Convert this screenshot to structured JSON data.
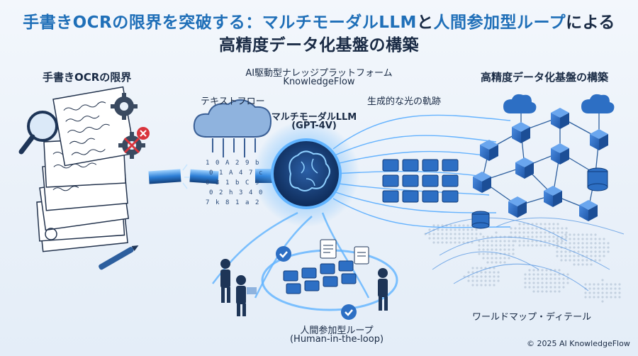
{
  "title": {
    "line1_part1": "手書きOCRの限界を突破する：",
    "line1_part2": "マルチモーダルLLM",
    "line1_part3": "と",
    "line1_part4": "人間参加型ループ",
    "line1_part5": "による",
    "line2": "高精度データ化基盤の構築"
  },
  "sections": {
    "left_heading": "手書きOCRの限界",
    "platform_line1": "AI駆動型ナレッジプラットフォーム",
    "platform_line2": "KnowledgeFlow",
    "right_heading": "高精度データ化基盤の構築",
    "text_flow": "テキストフロー",
    "light_trails": "生成的な光の軌跡",
    "llm_line1": "マルチモーダルLLM",
    "llm_line2": "(GPT-4V)",
    "hitl_line1": "人間参加型ループ",
    "hitl_line2": "(Human-in-the-loop)",
    "world_map": "ワールドマップ・ディテール"
  },
  "glyph_rain": [
    "1",
    "0",
    "A",
    "2",
    "9",
    "b",
    "0",
    "1",
    "A",
    "4",
    "7",
    "c",
    "0",
    "3",
    "1",
    "b",
    "C",
    "9",
    "0",
    "2",
    "h",
    "3",
    "4",
    "0",
    "7",
    "k",
    "8",
    "1",
    "a",
    "2"
  ],
  "footer": {
    "copyright": "© 2025 AI KnowledgeFlow"
  },
  "colors": {
    "accent": "#1f6fb8",
    "dark": "#1a2b45",
    "glow": "#3fa4ff",
    "node": "#2d6fc4",
    "error": "#d9343c"
  }
}
